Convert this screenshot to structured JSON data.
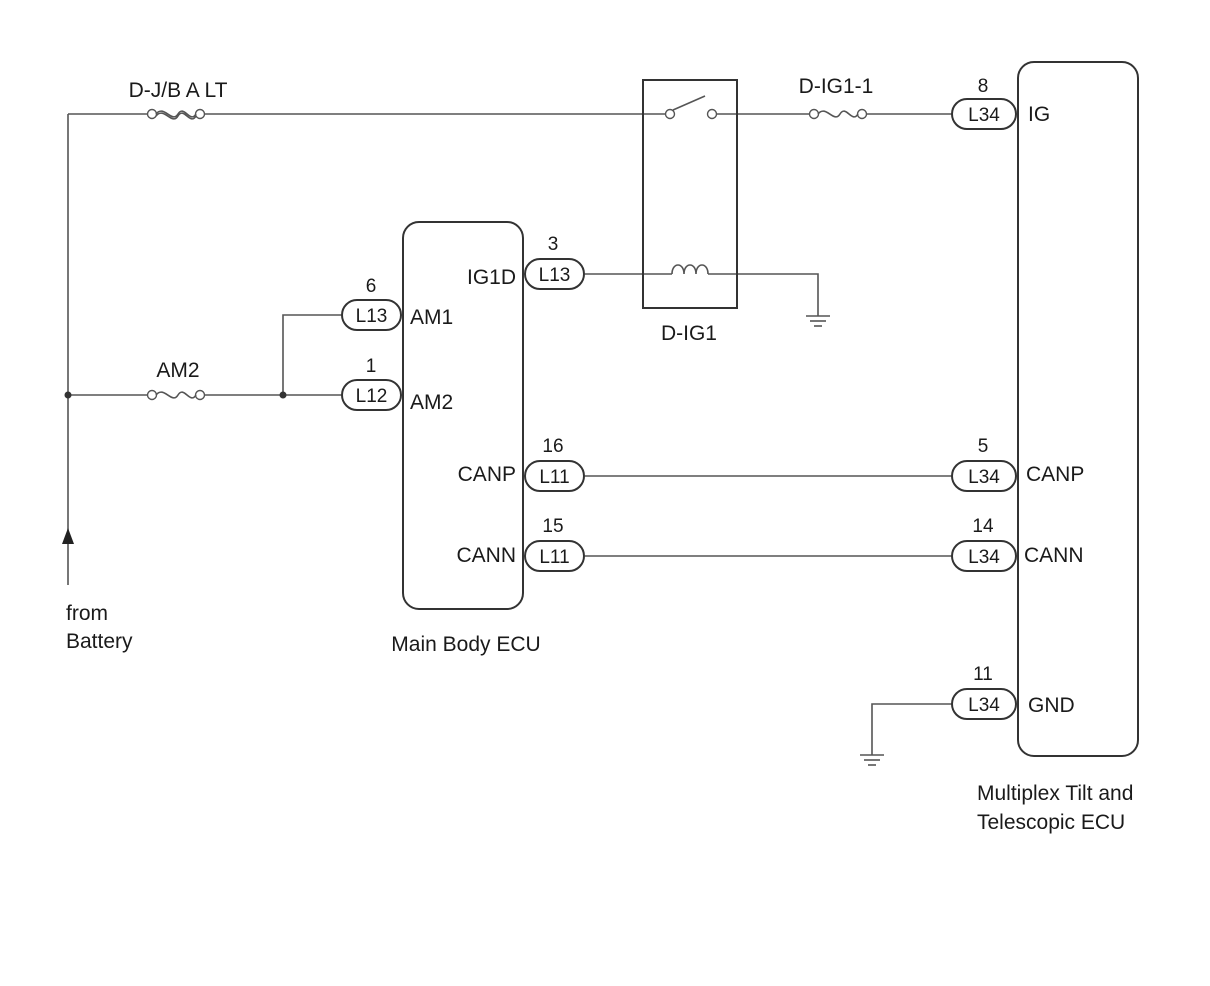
{
  "fuses": {
    "djb_alt": "D-J/B A LT",
    "dig1_1": "D-IG1-1",
    "am2": "AM2"
  },
  "relay": {
    "name": "D-IG1"
  },
  "battery": {
    "line1": "from",
    "line2": "Battery"
  },
  "main_body_ecu": {
    "name": "Main Body ECU",
    "terminals": [
      {
        "pin": "6",
        "connector": "L13",
        "label": "AM1"
      },
      {
        "pin": "1",
        "connector": "L12",
        "label": "AM2"
      },
      {
        "pin": "3",
        "connector": "L13",
        "label": "IG1D"
      },
      {
        "pin": "16",
        "connector": "L11",
        "label": "CANP"
      },
      {
        "pin": "15",
        "connector": "L11",
        "label": "CANN"
      }
    ]
  },
  "tilt_ecu": {
    "name_line1": "Multiplex Tilt and",
    "name_line2": "Telescopic ECU",
    "terminals": [
      {
        "pin": "8",
        "connector": "L34",
        "label": "IG"
      },
      {
        "pin": "5",
        "connector": "L34",
        "label": "CANP"
      },
      {
        "pin": "14",
        "connector": "L34",
        "label": "CANN"
      },
      {
        "pin": "11",
        "connector": "L34",
        "label": "GND"
      }
    ]
  }
}
